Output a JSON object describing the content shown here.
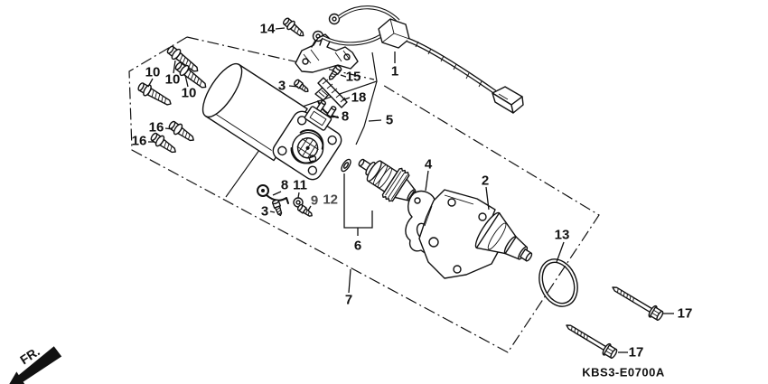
{
  "diagram": {
    "code": "KBS3-E0700A",
    "fr_label": "FR.",
    "callouts": {
      "n1": "1",
      "n2": "2",
      "n3_upper": "3",
      "n3_lower": "3",
      "n4": "4",
      "n5": "5",
      "n6": "6",
      "n7": "7",
      "n8_upper": "8",
      "n8_lower": "8",
      "n9": "9",
      "n10_a": "10",
      "n10_b": "10",
      "n10_c": "10",
      "n11": "11",
      "n12": "12",
      "n13": "13",
      "n14": "14",
      "n15": "15",
      "n16_a": "16",
      "n16_b": "16",
      "n17_a": "17",
      "n17_b": "17",
      "n18": "18"
    }
  }
}
